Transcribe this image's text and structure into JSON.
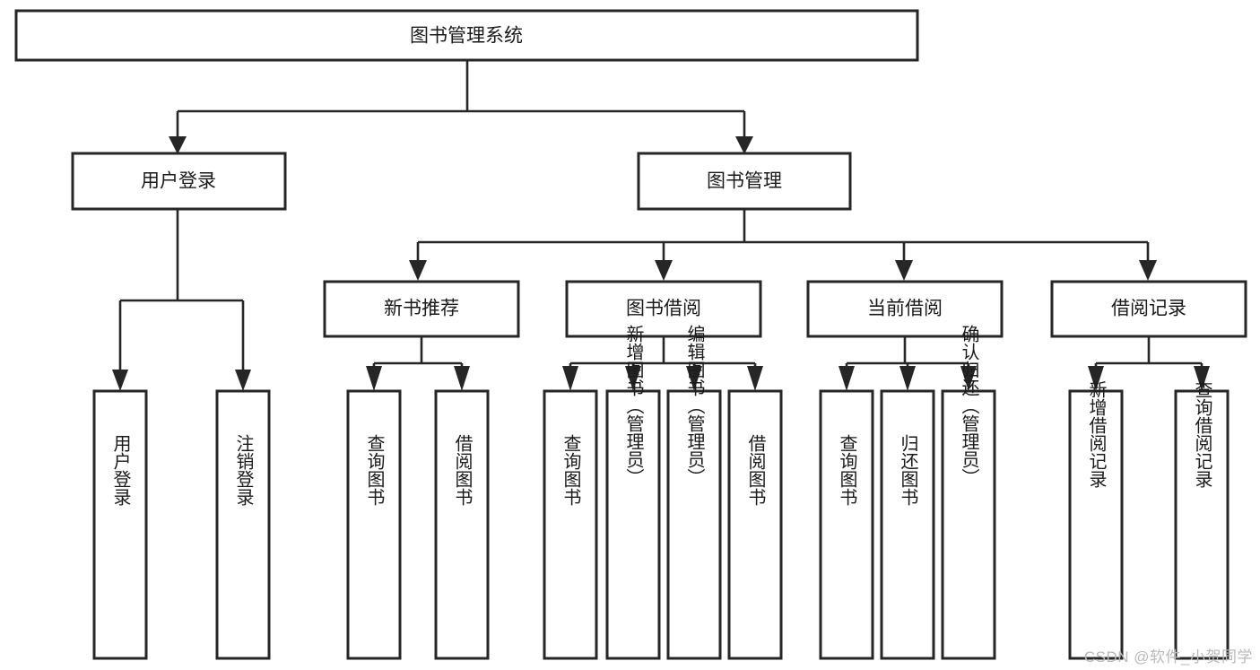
{
  "diagram": {
    "type": "tree-hierarchy",
    "title": "图书管理系统",
    "watermark": "CSDN @软件_小贺同学",
    "colors": {
      "box_stroke": "#262626",
      "box_fill": "#ffffff",
      "connector": "#262626",
      "text": "#1a1a1a",
      "watermark": "#b9b9b9",
      "background": "#ffffff"
    },
    "levels": {
      "root": {
        "label": "图书管理系统"
      },
      "level2": [
        {
          "label": "用户登录"
        },
        {
          "label": "图书管理"
        }
      ],
      "level3": [
        {
          "label": "新书推荐"
        },
        {
          "label": "图书借阅"
        },
        {
          "label": "当前借阅"
        },
        {
          "label": "借阅记录"
        }
      ],
      "leaves": {
        "user_login": [
          {
            "label": "用户登录"
          },
          {
            "label": "注销登录"
          }
        ],
        "new_book_recommend": [
          {
            "label": "查询图书"
          },
          {
            "label": "借阅图书"
          }
        ],
        "book_borrow": [
          {
            "label": "查询图书"
          },
          {
            "label": "新增图书（管理员）"
          },
          {
            "label": "编辑图书（管理员）"
          },
          {
            "label": "借阅图书"
          }
        ],
        "current_borrow": [
          {
            "label": "查询图书"
          },
          {
            "label": "归还图书"
          },
          {
            "label": "确认归还（管理员）"
          }
        ],
        "borrow_record": [
          {
            "label": "新增借阅记录"
          },
          {
            "label": "查询借阅记录"
          }
        ]
      }
    }
  }
}
